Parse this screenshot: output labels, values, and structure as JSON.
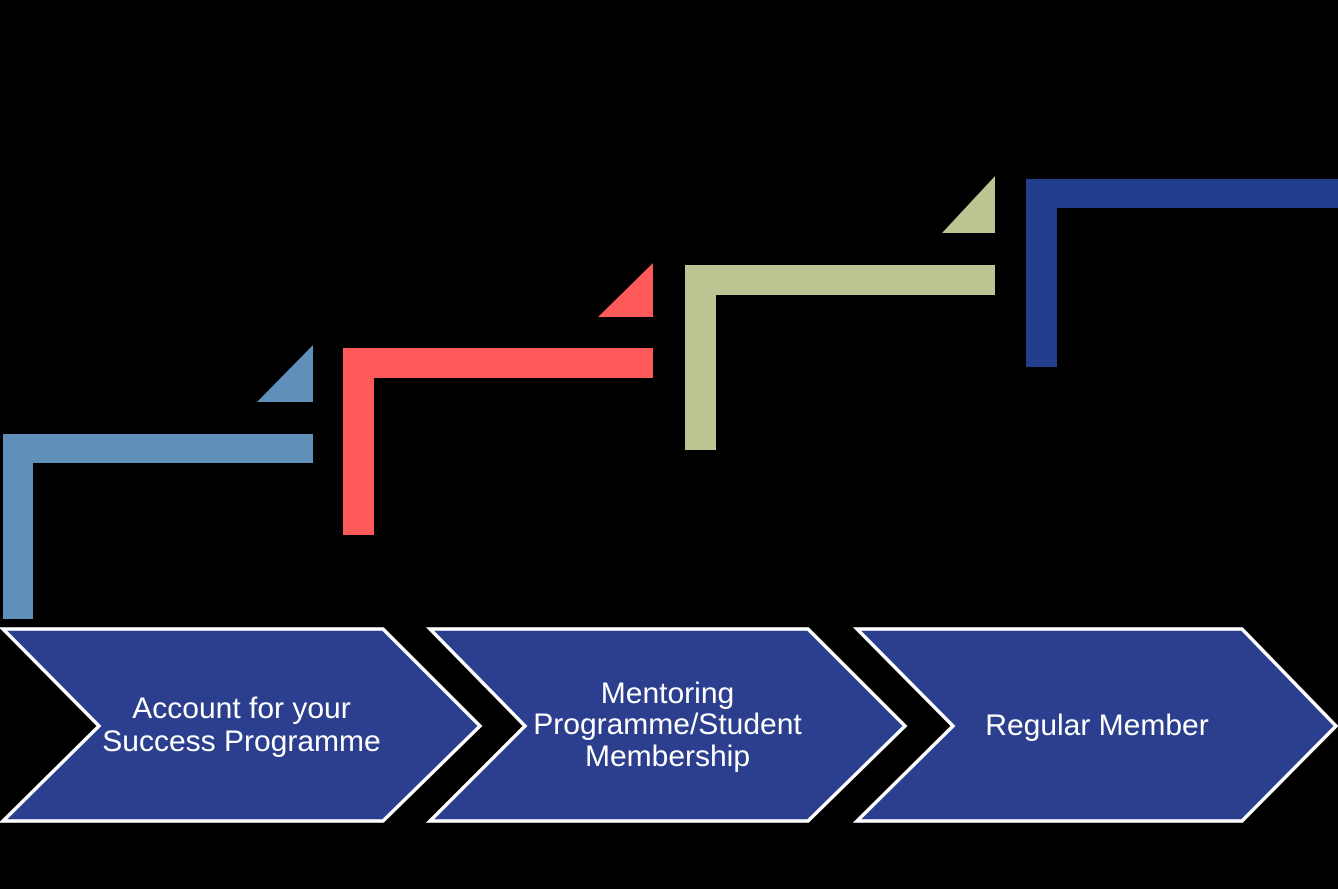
{
  "canvas": {
    "background": "#000000"
  },
  "staircase": {
    "description": "ascending step arrows",
    "steps": [
      {
        "color": "#6090BA"
      },
      {
        "color": "#FF5A5A"
      },
      {
        "color": "#BCC492"
      },
      {
        "color": "#233E8C"
      }
    ]
  },
  "process_flow": {
    "chevron_fill": "#2B3F8E",
    "chevron_border": "#FFFFFF",
    "text_color": "#FFFFFF",
    "steps": [
      {
        "label": "Account for your Success Programme",
        "lines": [
          "Account for your",
          "Success Programme"
        ]
      },
      {
        "label": "Mentoring Programme/Student Membership",
        "lines": [
          "Mentoring",
          "Programme/Student",
          "Membership"
        ]
      },
      {
        "label": "Regular Member",
        "lines": [
          "Regular Member"
        ]
      }
    ]
  }
}
